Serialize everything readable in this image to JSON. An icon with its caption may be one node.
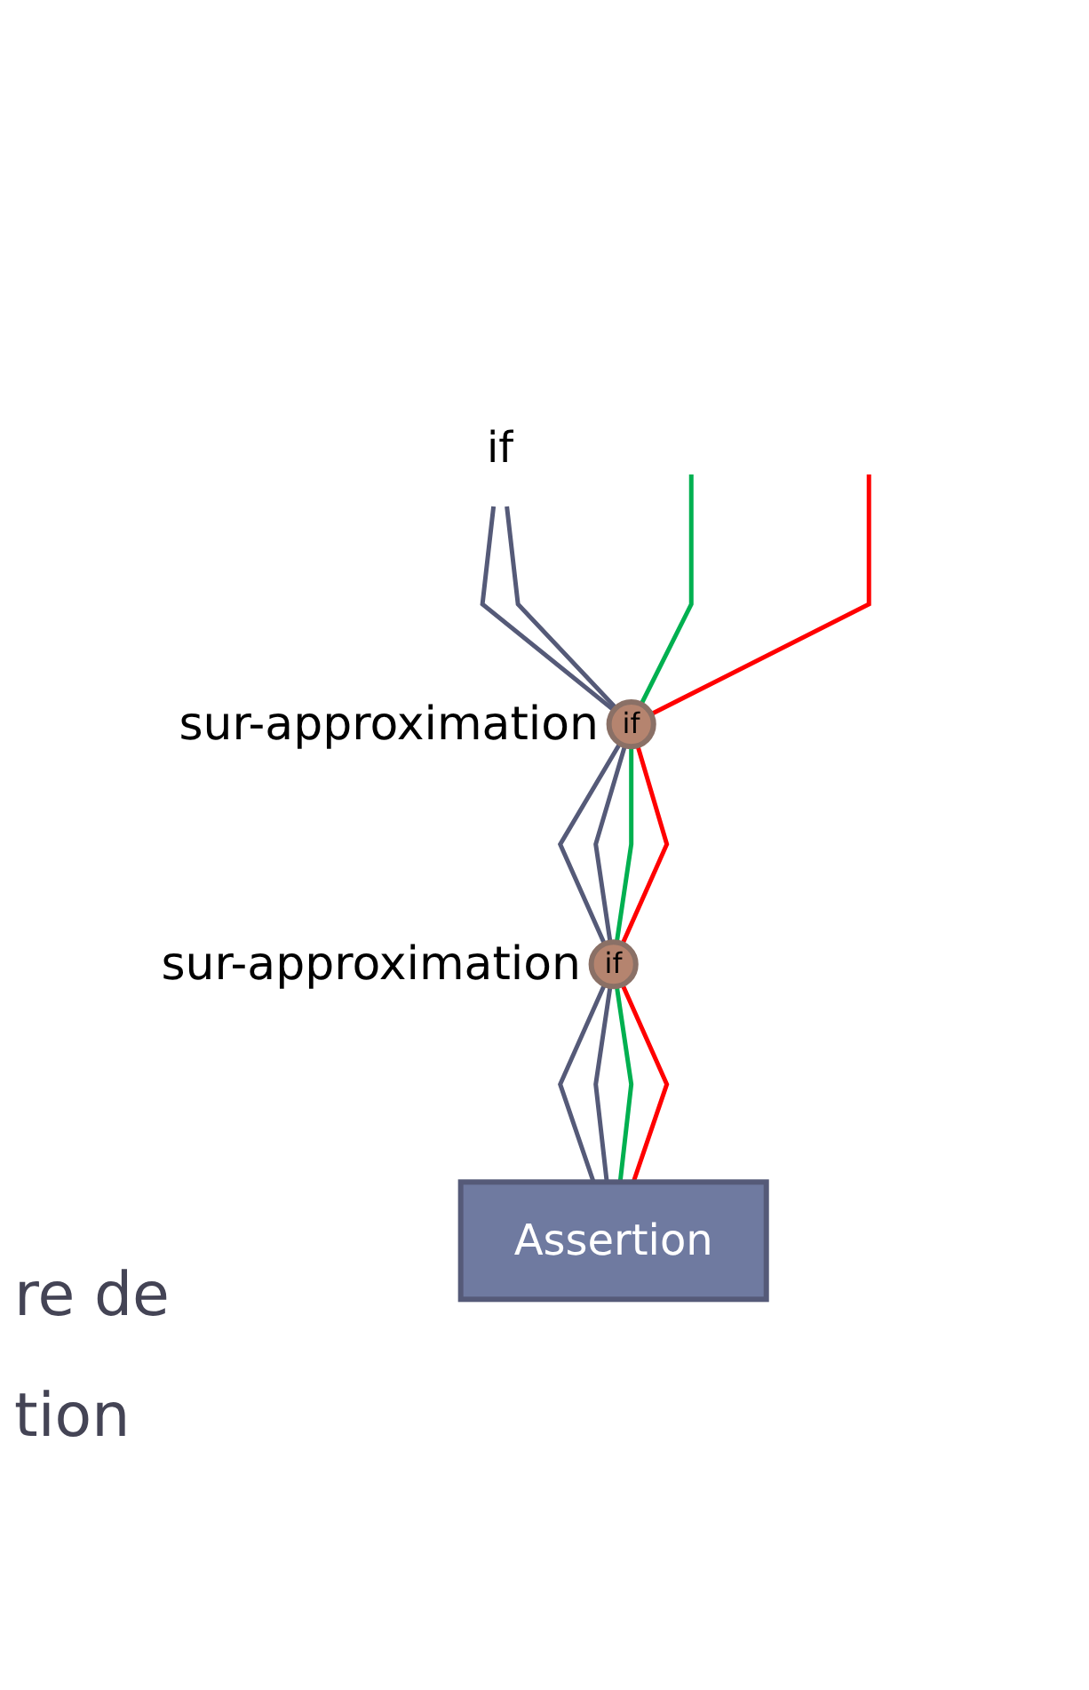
{
  "diagram": {
    "nodes": [
      {
        "text": [
          "if"
        ]
      },
      {
        "text": [
          "if"
        ],
        "beside": [
          "sur-approximation"
        ]
      },
      {
        "text": [
          "if"
        ],
        "beside": [
          "sur-approximation"
        ]
      },
      {
        "text": [
          "Assertion"
        ]
      }
    ],
    "edges": [
      {
        "from": 0,
        "to": 1,
        "arrow": "none"
      },
      {
        "from": 0,
        "to": 1,
        "arrow": "none"
      },
      {
        "from": null,
        "to": 1,
        "arrow": "none",
        "color": "#00b050"
      },
      {
        "from": null,
        "to": 1,
        "arrow": "none",
        "color": "#ff0000"
      },
      {
        "from": 1,
        "to": 2,
        "arrow": "none"
      },
      {
        "from": 1,
        "to": 2,
        "arrow": "none"
      },
      {
        "from": 1,
        "to": 2,
        "arrow": "none",
        "color": "#00b050"
      },
      {
        "from": 1,
        "to": 2,
        "arrow": "none",
        "color": "#ff0000"
      },
      {
        "from": 2,
        "to": 3,
        "arrow": "none"
      },
      {
        "from": 2,
        "to": 3,
        "arrow": "none"
      },
      {
        "from": 2,
        "to": 3,
        "arrow": "none",
        "color": "#00b050"
      },
      {
        "from": 2,
        "to": 3,
        "arrow": "none",
        "color": "#ff0000"
      }
    ],
    "labels": [
      "re de",
      "tion"
    ]
  }
}
